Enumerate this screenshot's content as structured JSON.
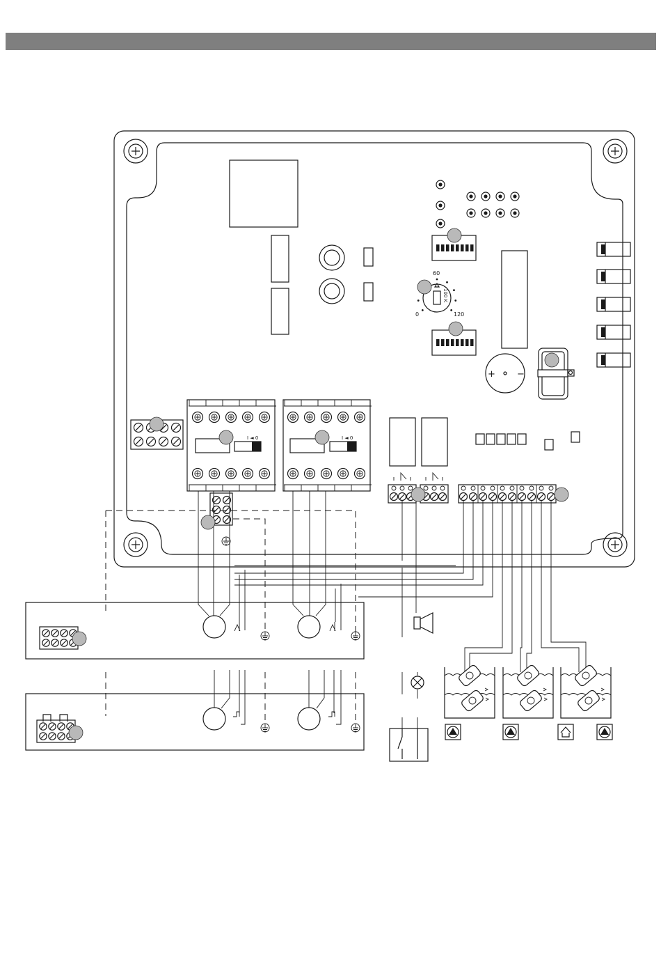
{
  "header": {
    "bar_color": "#7f7f7f"
  },
  "potentiometer": {
    "label_60": "60",
    "label_0": "0",
    "label_120": "120",
    "label_100k": "100 K"
  },
  "relay_switch": {
    "label": "I ◄ 0"
  },
  "buzzer": {
    "plus": "+",
    "minus": "−"
  },
  "icons": {
    "mounting_screws": "screw-head-icon",
    "motors": "motor-circle-icon",
    "earth": "earth-ground-icon",
    "horn": "horn-icon",
    "lamp": "signal-lamp-icon",
    "float_switches": "float-switch-icon",
    "pump_symbols": "pump-triangle-icon",
    "alarm_symbol": "alarm-house-icon",
    "callouts": "grey-callout-circle"
  }
}
